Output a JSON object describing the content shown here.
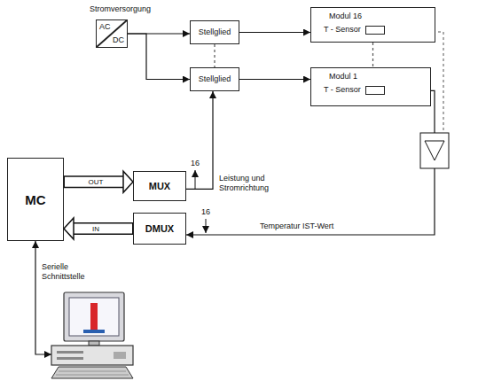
{
  "diagram": {
    "nodes": [
      {
        "text": [
          "AC",
          "DC"
        ]
      },
      {
        "text": [
          "Stellglied"
        ]
      },
      {
        "text": [
          "Modul 16",
          "T - Sensor"
        ]
      },
      {
        "text": [
          "Stellglied"
        ]
      },
      {
        "text": [
          "Modul 1",
          "T - Sensor"
        ]
      },
      {
        "text": [
          "MC"
        ]
      },
      {
        "text": [
          "MUX"
        ]
      },
      {
        "text": [
          "DMUX"
        ]
      }
    ],
    "edges": [
      {
        "from": 0,
        "to": 1,
        "arrow": "to"
      },
      {
        "from": 0,
        "to": 3,
        "arrow": "to"
      },
      {
        "from": 1,
        "to": 2,
        "arrow": "to"
      },
      {
        "from": 3,
        "to": 4,
        "arrow": "to"
      },
      {
        "from": 1,
        "to": 3,
        "arrow": "none"
      },
      {
        "from": 2,
        "to": 4,
        "arrow": "none"
      },
      {
        "from": 5,
        "to": 6,
        "label": "OUT",
        "arrow": "to"
      },
      {
        "from": 6,
        "to": 3,
        "label": "Leistung und Stromrichtung",
        "arrow": "to"
      },
      {
        "from": 4,
        "to": 7,
        "label": "Temperatur IST-Wert",
        "arrow": "to"
      },
      {
        "from": 7,
        "to": 5,
        "label": "IN",
        "arrow": "to"
      }
    ],
    "labels": [
      "Stromversorgung",
      "16",
      "16",
      "Serielle Schnittstelle"
    ]
  }
}
